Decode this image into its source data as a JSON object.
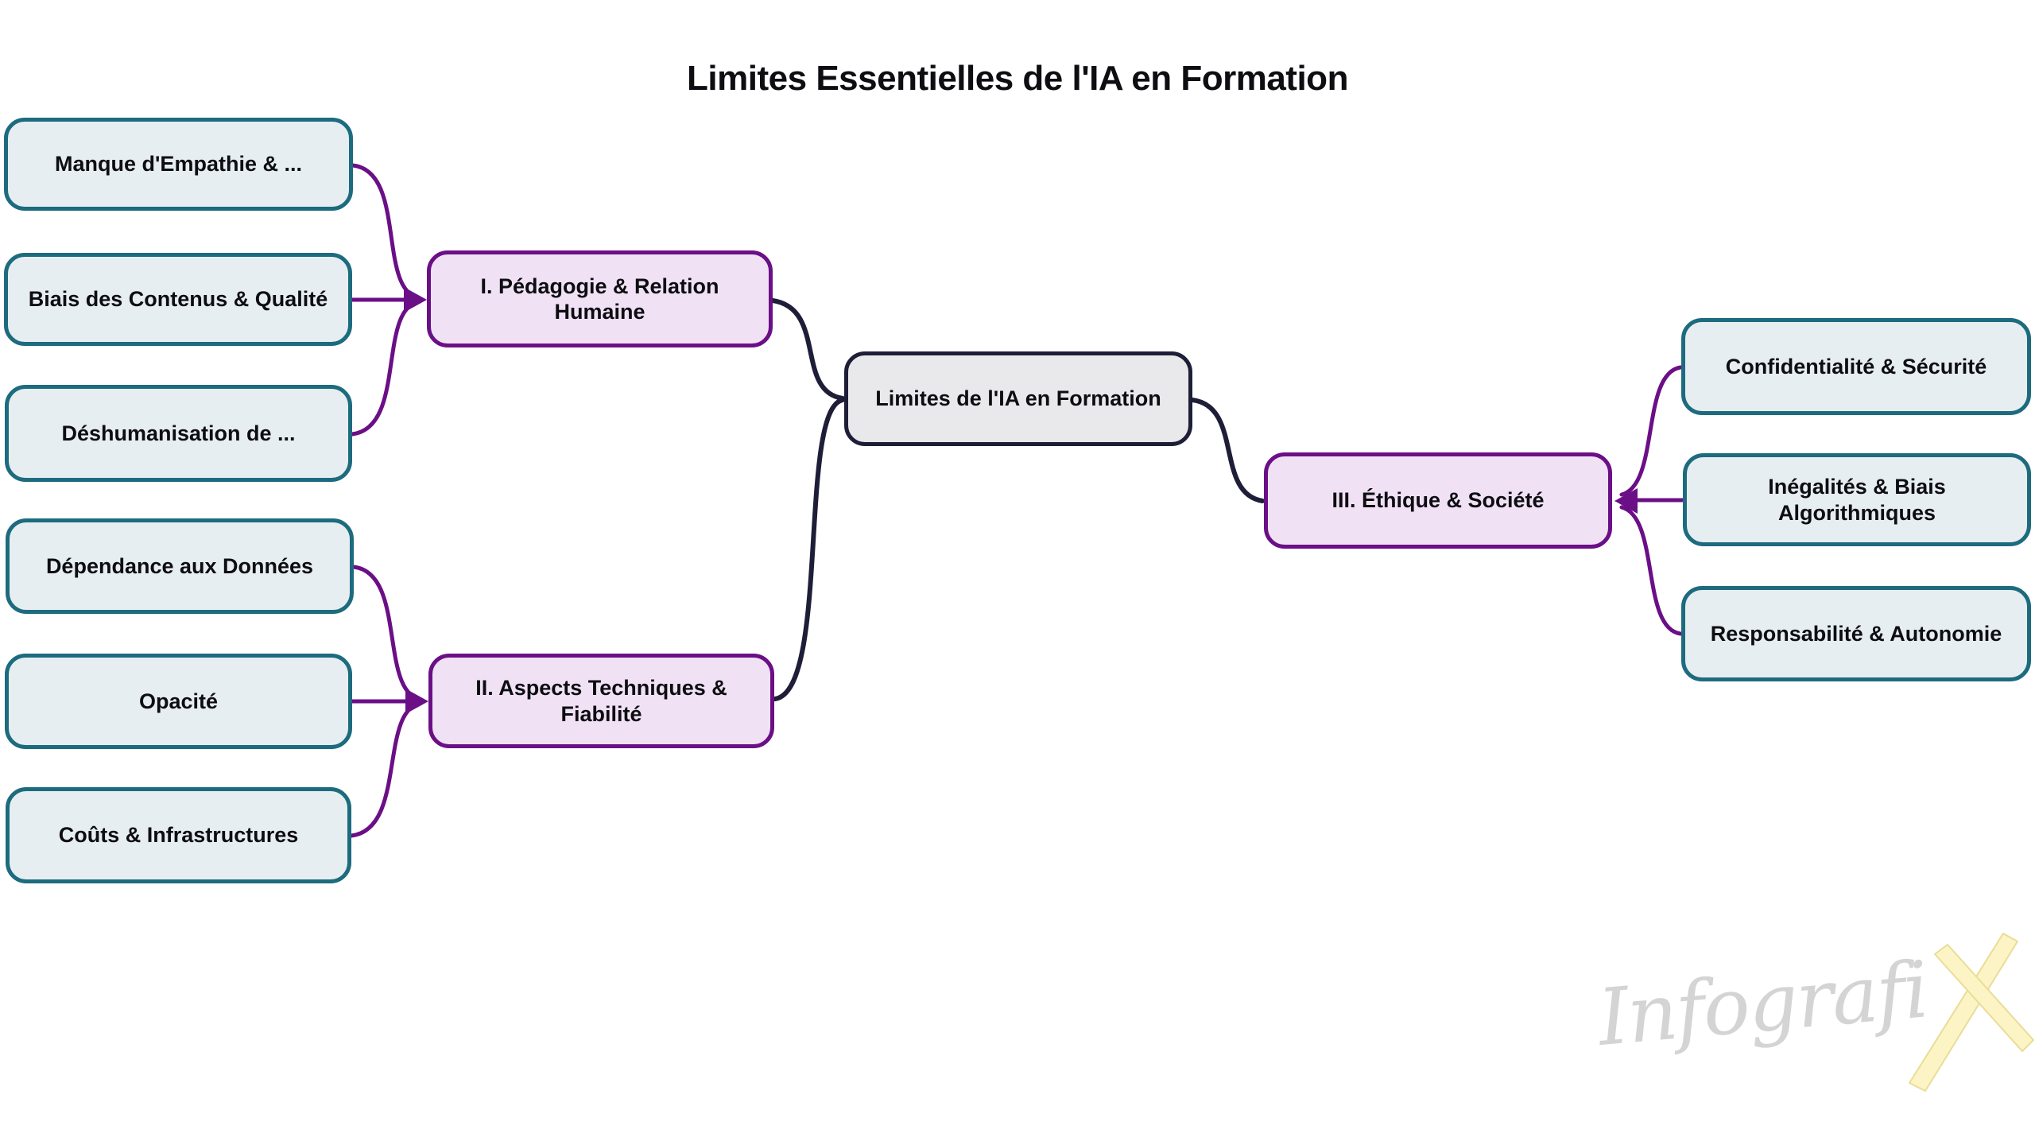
{
  "title": "Limites Essentielles de l'IA en Formation",
  "mindmap": {
    "root": "Limites de l'IA en Formation",
    "branches": [
      {
        "label": "I. Pédagogie & Relation Humaine",
        "children": [
          "Manque d'Empathie & ...",
          "Biais des Contenus & Qualité",
          "Déshumanisation de ..."
        ]
      },
      {
        "label": "II. Aspects Techniques & Fiabilité",
        "children": [
          "Dépendance aux Données",
          "Opacité",
          "Coûts & Infrastructures"
        ]
      },
      {
        "label": "III. Éthique & Société",
        "children": [
          "Confidentialité & Sécurité",
          "Inégalités & Biais Algorithmiques",
          "Responsabilité & Autonomie"
        ]
      }
    ]
  },
  "watermark": {
    "script_text": "Infografi",
    "x_mark": "X"
  },
  "colors": {
    "background": "#ffffff",
    "text": "#0d0d12",
    "leaf_fill": "#e7eef1",
    "leaf_border": "#1d6b7e",
    "branch_fill": "#f0e2f4",
    "branch_border": "#6b0f87",
    "root_fill": "#e9e9ec",
    "root_border": "#1e1e38",
    "connector_purple": "#6b0f87",
    "connector_navy": "#1e1e38",
    "watermark_gray": "#d4d4d4",
    "watermark_yellow": "#fcf4c5"
  }
}
